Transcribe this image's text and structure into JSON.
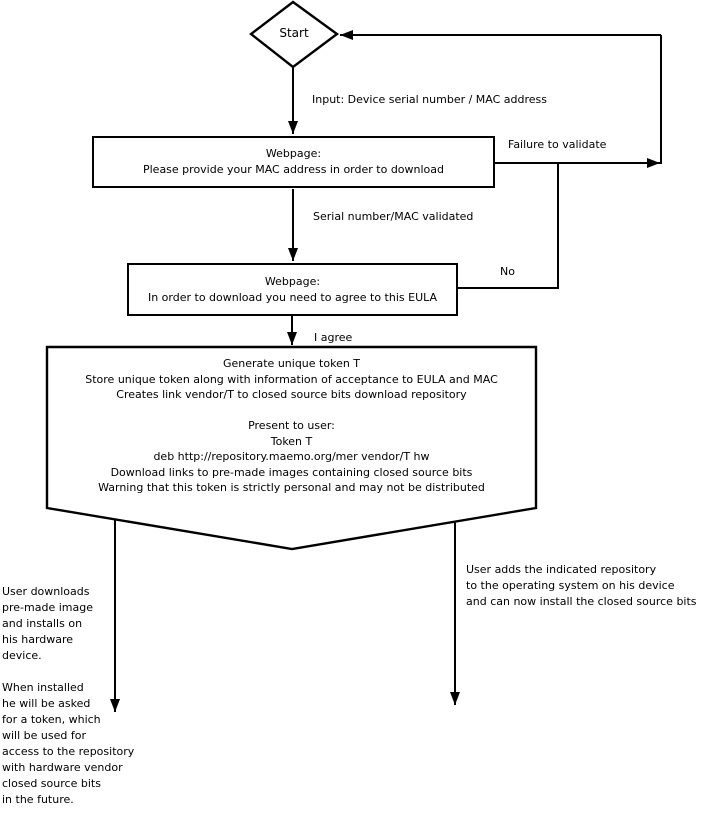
{
  "flowchart": {
    "start_label": "Start",
    "edge_labels": {
      "input": "Input: Device serial number / MAC address",
      "failure": "Failure to validate",
      "validated": "Serial number/MAC validated",
      "no": "No",
      "agree": "I agree"
    },
    "mac_webpage_box": {
      "line1": "Webpage:",
      "line2": "Please provide your MAC address in order to download"
    },
    "eula_webpage_box": {
      "line1": "Webpage:",
      "line2": "In order to download you need to agree to this EULA"
    },
    "token_box_lines": [
      "Generate unique token T",
      "Store unique token along with information of acceptance to EULA and MAC",
      "Creates link vendor/T to closed source bits download repository",
      "",
      "Present to user:",
      "Token T",
      "deb http://repository.maemo.org/mer vendor/T hw",
      "Download links to pre-made images containing closed source bits",
      "Warning that this token is strictly personal and may not be distributed"
    ],
    "left_note_lines": [
      "User downloads",
      "pre-made image",
      "and installs on",
      "his hardware",
      "device.",
      "",
      "When installed",
      "he will be asked",
      "for a token, which",
      "will be used for",
      "access to the repository",
      "with hardware vendor",
      "closed source bits",
      "in the future."
    ],
    "right_note_lines": [
      "User adds the indicated repository",
      "to the operating system on his device",
      "and can now install the closed source bits"
    ],
    "colors": {
      "line": "#000000",
      "background": "#ffffff",
      "text": "#000000"
    }
  }
}
